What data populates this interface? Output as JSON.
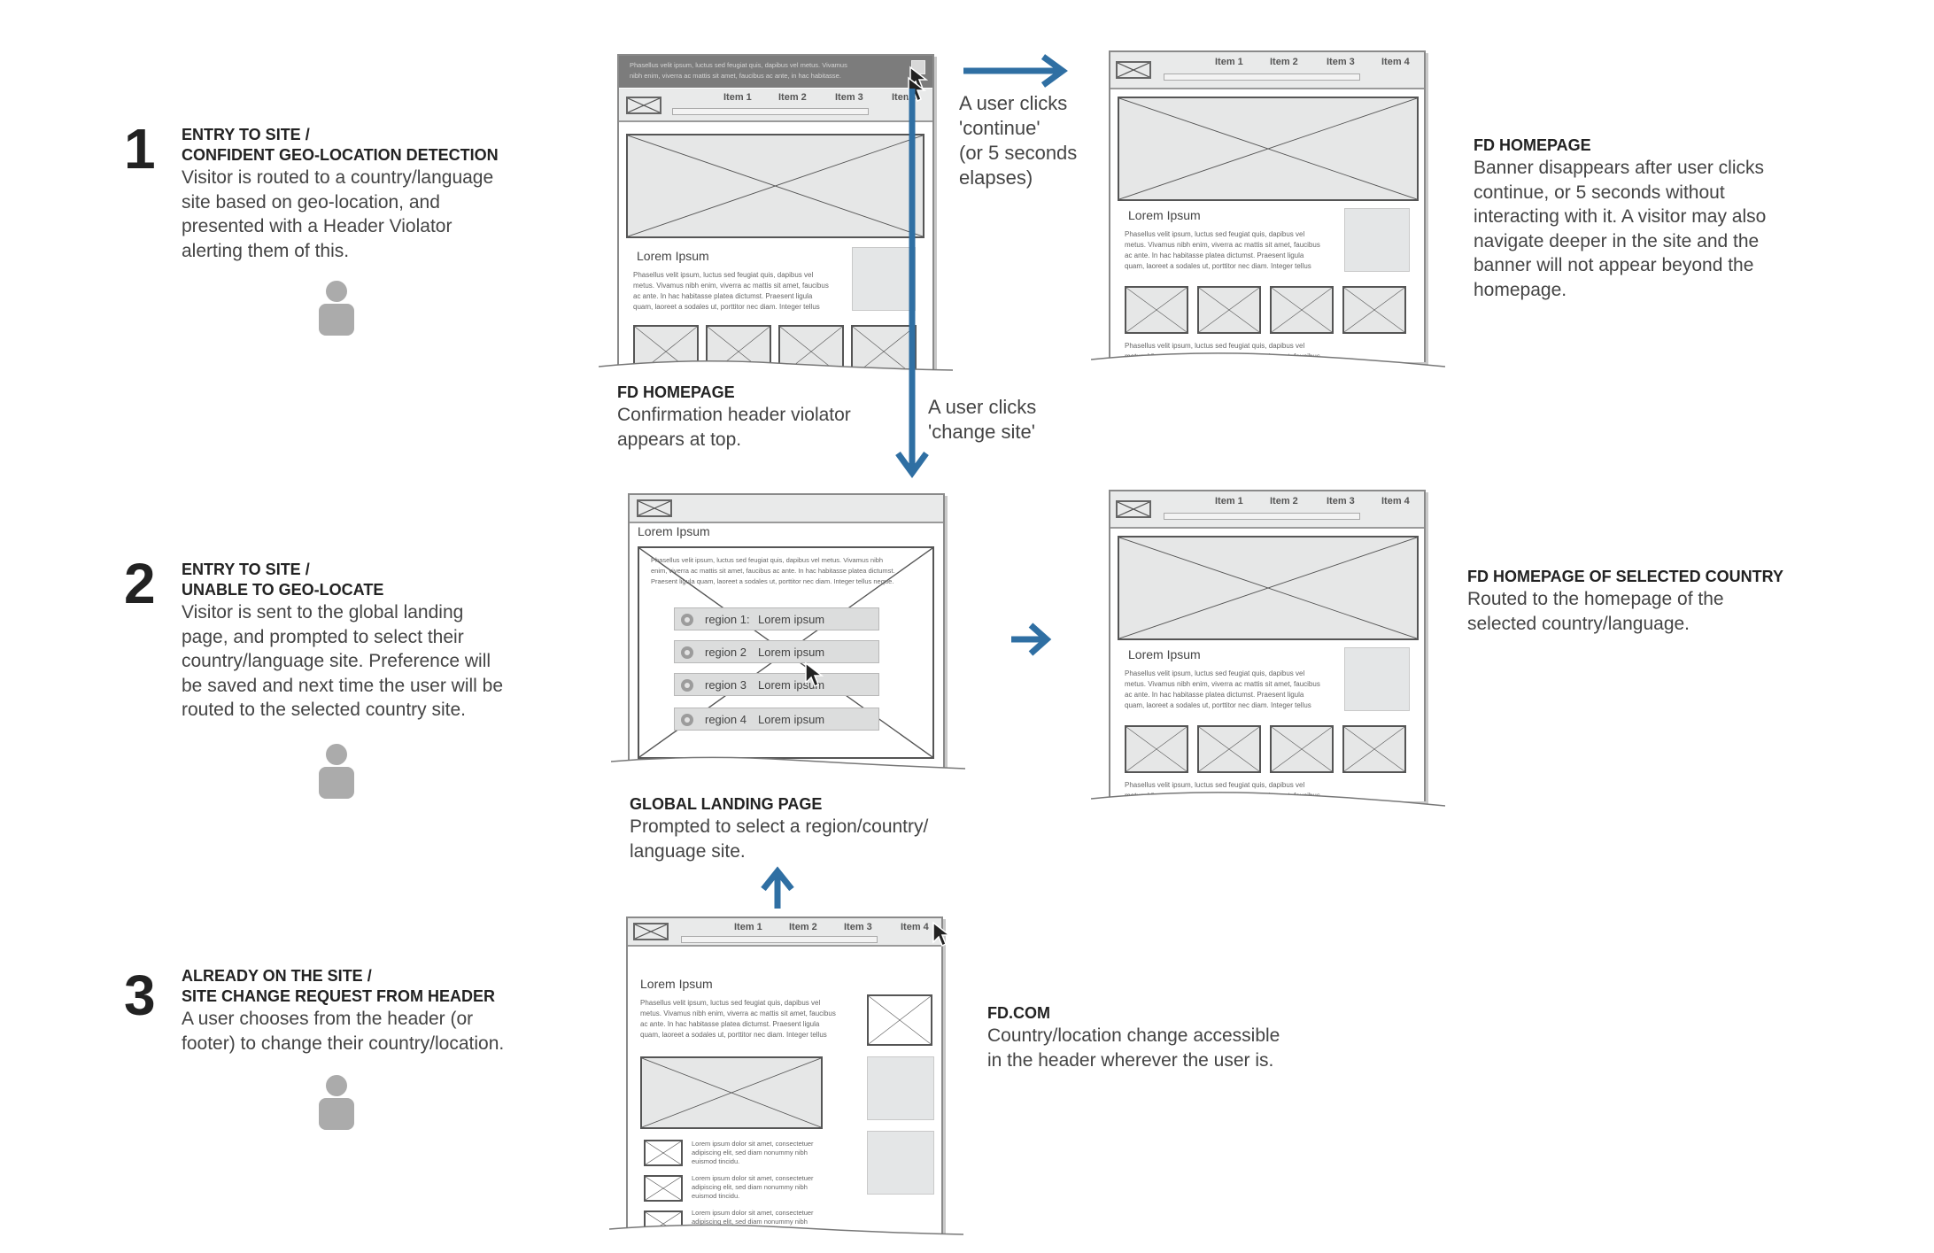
{
  "steps": [
    {
      "number": "1",
      "title_line1": "ENTRY TO SITE /",
      "title_line2": "CONFIDENT GEO-LOCATION DETECTION",
      "desc": [
        "Visitor is routed to a country/language",
        "site based on geo-location, and",
        "presented with a Header Violator",
        "alerting them of this."
      ]
    },
    {
      "number": "2",
      "title_line1": "ENTRY TO SITE /",
      "title_line2": "UNABLE TO GEO-LOCATE",
      "desc": [
        "Visitor is sent to the global landing",
        "page, and prompted to select their",
        "country/language site. Preference will",
        "be saved and next time the user will be",
        "routed to the selected country site."
      ]
    },
    {
      "number": "3",
      "title_line1": "ALREADY ON THE SITE /",
      "title_line2": "SITE CHANGE REQUEST FROM HEADER",
      "desc": [
        "A user chooses from the header (or",
        "footer) to change their country/location."
      ]
    }
  ],
  "captions": {
    "fd_homepage_violator": {
      "title": "FD HOMEPAGE",
      "desc": [
        "Confirmation header violator",
        "appears at top."
      ]
    },
    "fd_homepage": {
      "title": "FD HOMEPAGE",
      "desc": [
        "Banner disappears after user clicks",
        "continue, or 5 seconds without",
        "interacting with it. A visitor may also",
        "navigate deeper in the site and the",
        "banner will not appear beyond the",
        "homepage."
      ]
    },
    "global_landing": {
      "title": "GLOBAL LANDING PAGE",
      "desc": [
        "Prompted to select a region/country/",
        "language site."
      ]
    },
    "selected_country": {
      "title": "FD HOMEPAGE OF SELECTED COUNTRY",
      "desc": [
        "Routed to the homepage of the",
        "selected country/language."
      ]
    },
    "fdcom": {
      "title": "FD.COM",
      "desc": [
        "Country/location change accessible",
        "in the header wherever the user is."
      ]
    }
  },
  "annotations": {
    "continue": [
      "A user clicks",
      "'continue'",
      "(or 5 seconds",
      "elapses)"
    ],
    "change_site": [
      "A user clicks",
      "'change site'"
    ]
  },
  "wireframe": {
    "nav": [
      "Item 1",
      "Item 2",
      "Item 3",
      "Item 4"
    ],
    "lorem_heading": "Lorem Ipsum",
    "lorem_text": [
      "Phasellus velit ipsum, luctus sed feugiat quis, dapibus vel",
      "metus. Vivamus nibh enim, viverra ac mattis sit amet, faucibus",
      "ac ante. In hac habitasse platea dictumst. Praesent ligula",
      "quam, laoreet a sodales ut, porttitor nec diam. Integer tellus"
    ],
    "banner_text": [
      "Phasellus velit ipsum, luctus sed feugiat quis, dapibus vel metus. Vivamus",
      "nibh enim, viverra ac mattis sit amet, faucibus ac ante, in hac habitasse."
    ],
    "footer_text": [
      "Phasellus velit ipsum, luctus sed feugiat quis, dapibus vel",
      "metus. Vivamus nibh enim, viverra ac mattis sit amet, faucibus"
    ],
    "landing_text": [
      "Phasellus velit ipsum, luctus sed feugiat quis, dapibus vel metus. Vivamus nibh",
      "enim, viverra ac mattis sit amet, faucibus ac ante. In hac habitasse platea dictumst.",
      "Praesent ligula quam, laoreet a sodales ut, porttitor nec diam. Integer tellus neque."
    ],
    "regions": [
      {
        "label": "region 1:",
        "text": "Lorem ipsum"
      },
      {
        "label": "region 2",
        "text": "Lorem ipsum"
      },
      {
        "label": "region 3",
        "text": "Lorem ipsum"
      },
      {
        "label": "region 4",
        "text": "Lorem ipsum"
      }
    ],
    "list_text": [
      "Lorem ipsum dolor sit amet, consectetuer",
      "adipiscing elit, sed diam nonummy nibh",
      "euismod tincidu."
    ]
  },
  "colors": {
    "arrow": "#2f6fa3",
    "wire_gray": "#e6e7e7",
    "user_icon": "#ababab"
  }
}
